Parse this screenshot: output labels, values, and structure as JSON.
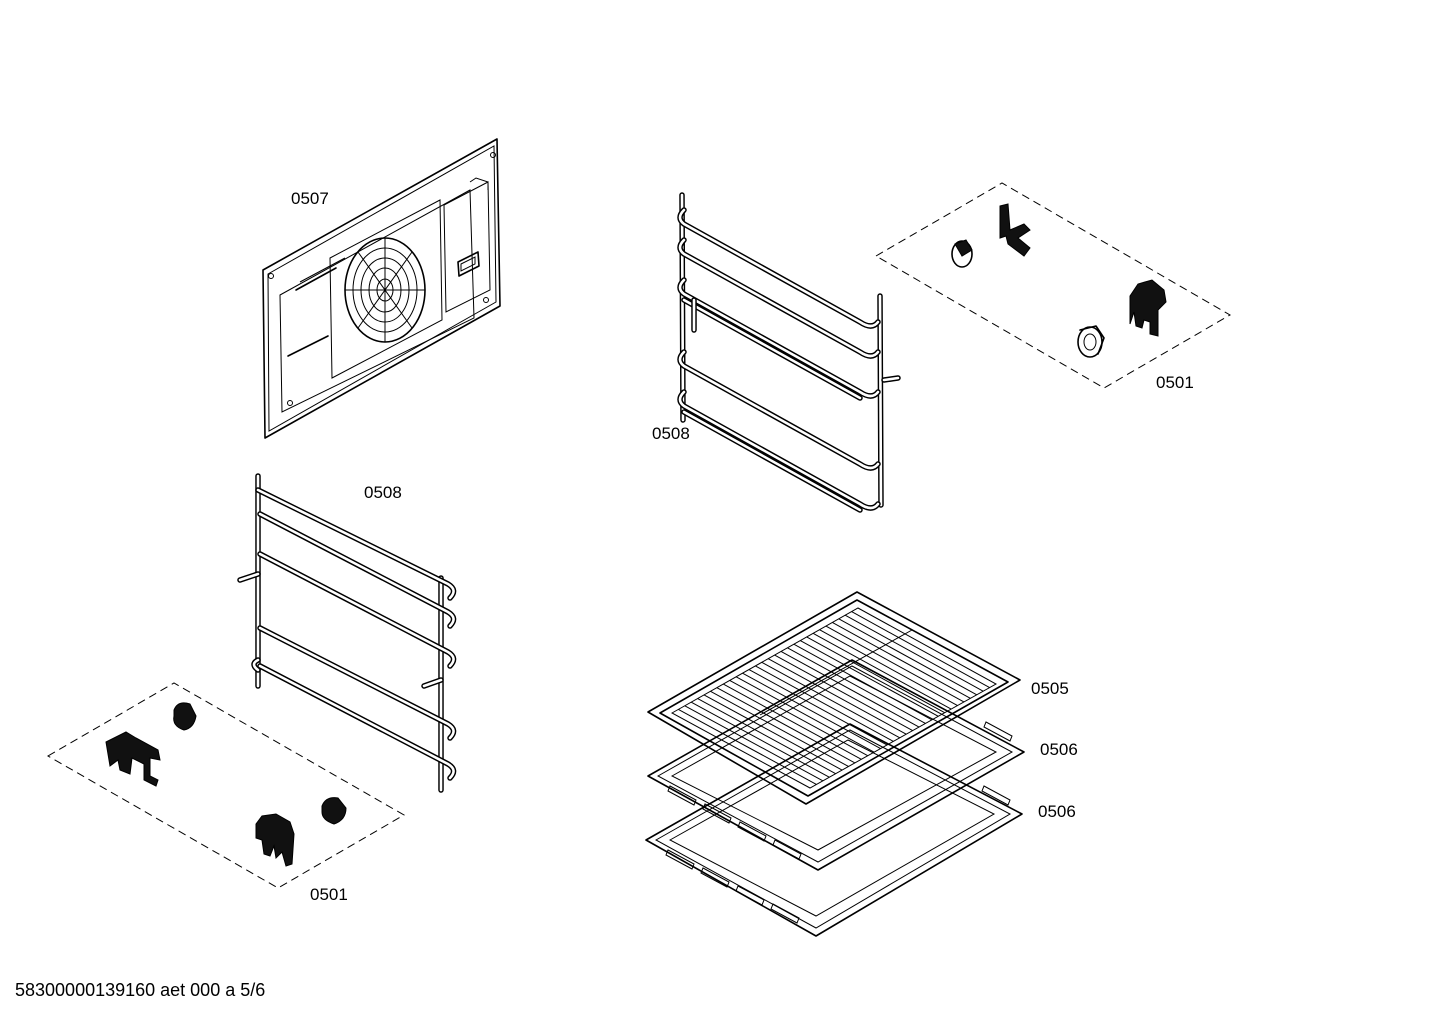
{
  "labels": {
    "back_panel": "0507",
    "rail_right": "0508",
    "rail_left": "0508",
    "clips_right": "0501",
    "clips_left": "0501",
    "grill_rack": "0505",
    "tray_upper": "0506",
    "tray_lower": "0506"
  },
  "footer": {
    "text": "58300000139160 aet 000 a 5/6"
  }
}
